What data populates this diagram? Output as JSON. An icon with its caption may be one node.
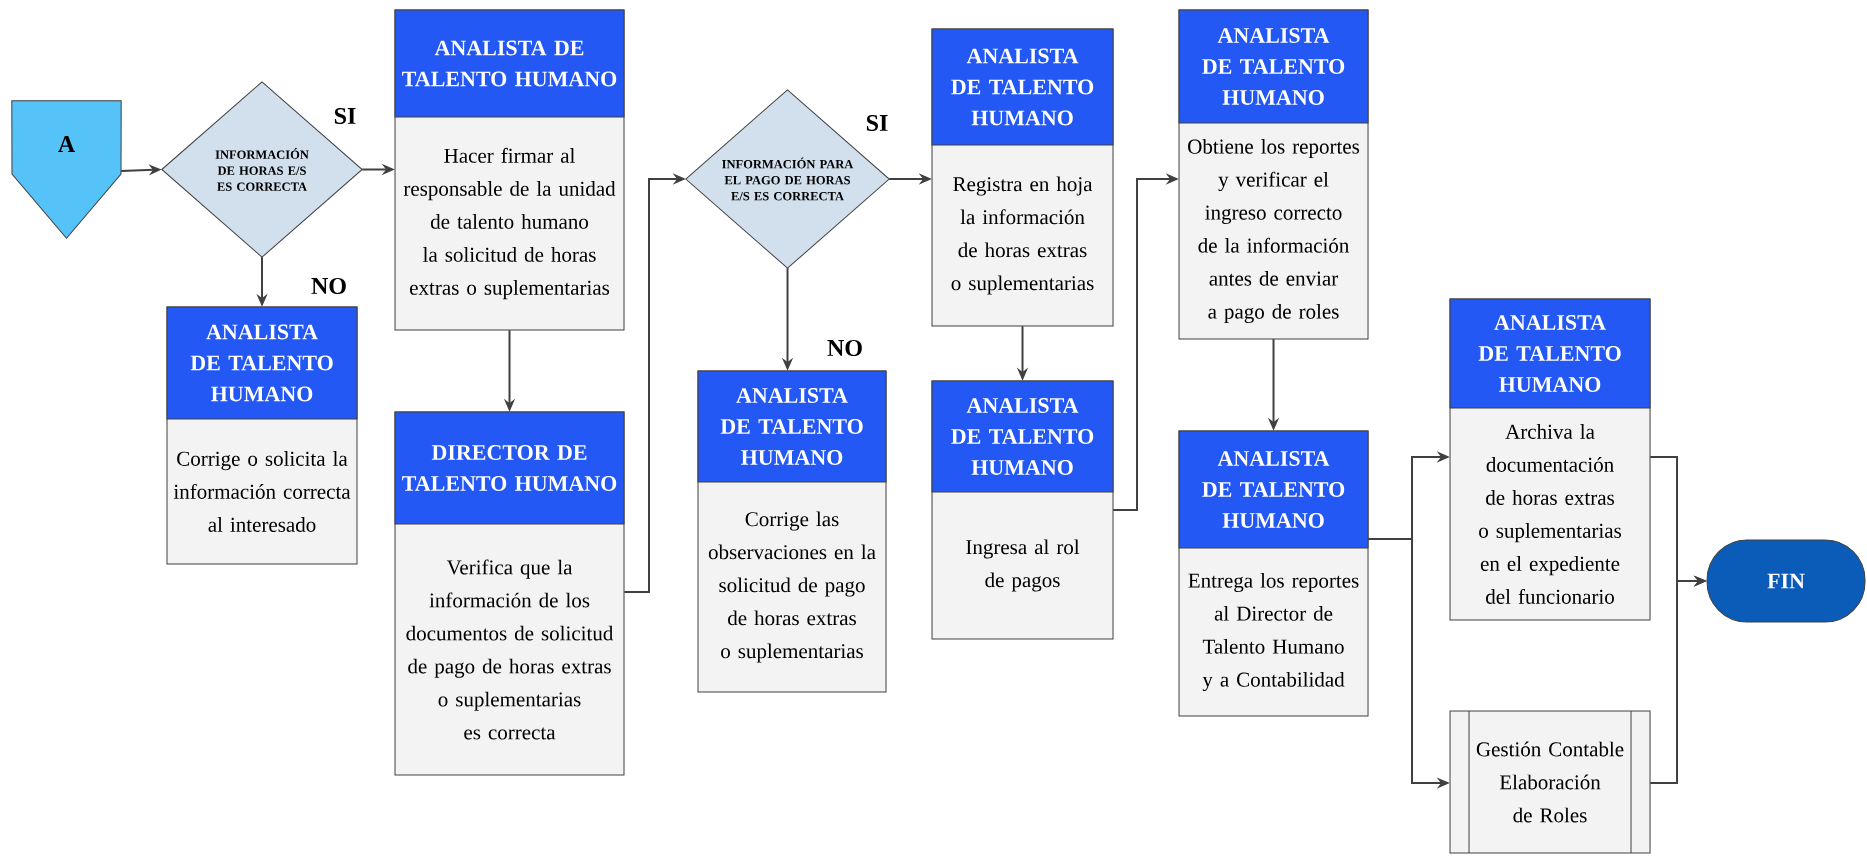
{
  "diagram": {
    "nodes": [
      {
        "text": [
          "A"
        ]
      },
      {
        "text": [
          "INFORMACIÓN DE HORAS E/S ES CORRECTA"
        ]
      },
      {
        "text": [
          "ANALISTA DE TALENTO HUMANO",
          "Hacer firmar al responsable de la unidad de talento humano la solicitud de horas extras o suplementarias"
        ]
      },
      {
        "text": [
          "ANALISTA DE TALENTO HUMANO",
          "Corrige o solicita la información correcta al interesado"
        ]
      },
      {
        "text": [
          "DIRECTOR DE TALENTO HUMANO",
          "Verifica que la información de los documentos de solicitud de pago de horas extras o suplementarias es correcta"
        ]
      },
      {
        "text": [
          "INFORMACIÓN PARA EL PAGO DE HORAS E/S ES CORRECTA"
        ]
      },
      {
        "text": [
          "ANALISTA DE TALENTO HUMANO",
          "Corrige las observaciones en la solicitud de pago de horas extras o suplementarias"
        ]
      },
      {
        "text": [
          "ANALISTA DE TALENTO HUMANO",
          "Registra en hoja la información de horas extras o suplementarias"
        ]
      },
      {
        "text": [
          "ANALISTA DE TALENTO HUMANO",
          "Ingresa al rol de pagos"
        ]
      },
      {
        "text": [
          "ANALISTA DE TALENTO HUMANO",
          "Obtiene los reportes y verificar el ingreso correcto de la información antes de enviar a pago de roles"
        ]
      },
      {
        "text": [
          "ANALISTA DE TALENTO HUMANO",
          "Entrega los reportes al Director de Talento Humano y a Contabilidad"
        ]
      },
      {
        "text": [
          "ANALISTA DE TALENTO HUMANO",
          "Archiva la documentación de horas extras o suplementarias en el expediente del funcionario"
        ]
      },
      {
        "text": [
          "Gestión Contable Elaboración de Roles"
        ]
      },
      {
        "text": [
          "FIN"
        ]
      }
    ],
    "edges": [
      {
        "from": 0,
        "to": 1,
        "arrow": "to"
      },
      {
        "from": 1,
        "to": 2,
        "arrow": "to",
        "label": "SI"
      },
      {
        "from": 1,
        "to": 3,
        "arrow": "to",
        "label": "NO"
      },
      {
        "from": 2,
        "to": 4,
        "arrow": "to"
      },
      {
        "from": 4,
        "to": 5,
        "arrow": "to"
      },
      {
        "from": 5,
        "to": 7,
        "arrow": "to",
        "label": "SI"
      },
      {
        "from": 5,
        "to": 6,
        "arrow": "to",
        "label": "NO"
      },
      {
        "from": 7,
        "to": 8,
        "arrow": "to"
      },
      {
        "from": 8,
        "to": 9,
        "arrow": "to"
      },
      {
        "from": 9,
        "to": 10,
        "arrow": "to"
      },
      {
        "from": 10,
        "to": 11,
        "arrow": "to"
      },
      {
        "from": 10,
        "to": 12,
        "arrow": "to"
      },
      {
        "from": 11,
        "to": 13,
        "arrow": "to"
      },
      {
        "from": 12,
        "to": 13,
        "arrow": "to"
      }
    ]
  }
}
